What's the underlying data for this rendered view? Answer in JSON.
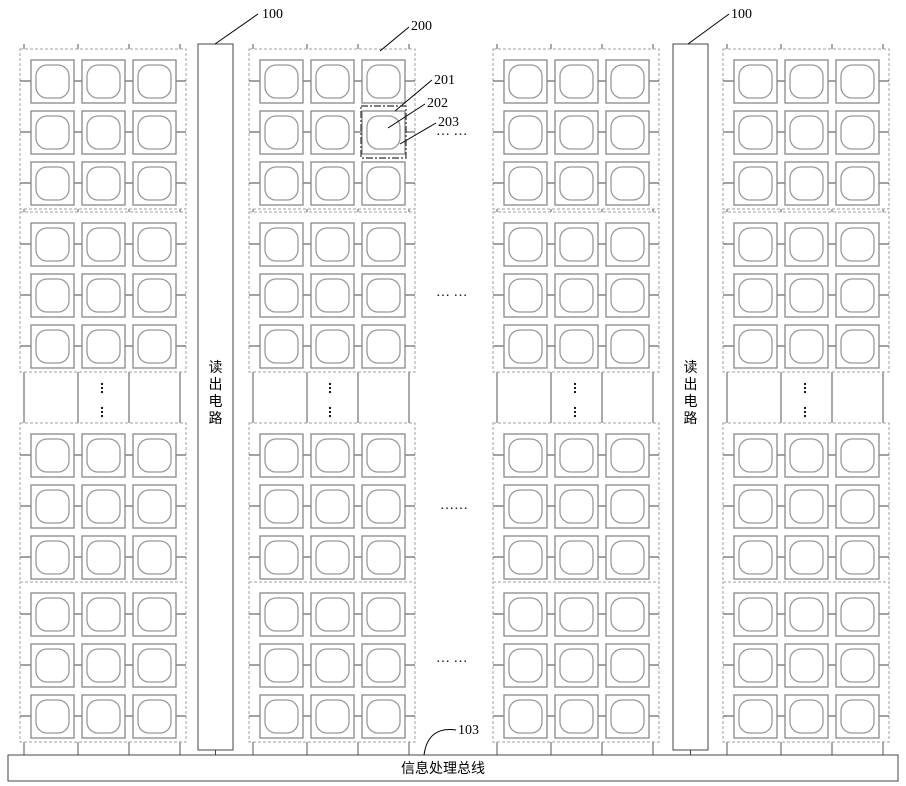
{
  "labels": {
    "readout_left": "100",
    "readout_right": "100",
    "pixel_module": "200",
    "pixel_unit": "201",
    "sensor_element": "202",
    "enclosure": "203",
    "info_bus": "103"
  },
  "readout_circuit_text": "读出电路",
  "bus_text": "信息处理总线",
  "ellipses": {
    "row_gap": "… …",
    "row_gap_long": "……",
    "detail_gap": "… …"
  },
  "colors": {
    "pixel_outer": "#888888",
    "pixel_inner": "#999999",
    "dashed": "#a0a0a0",
    "column_line": "#555555",
    "line": "#444444"
  }
}
